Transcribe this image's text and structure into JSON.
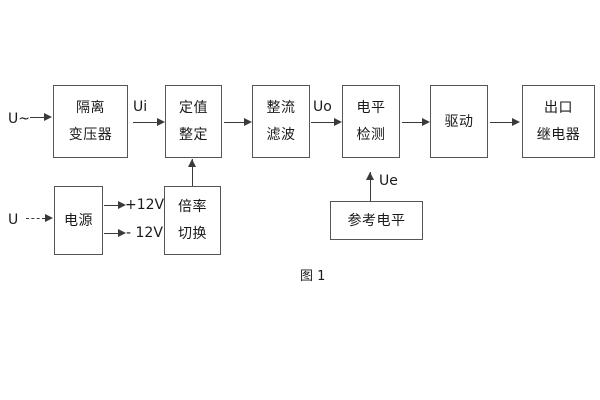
{
  "figure": {
    "caption": "图 1",
    "background_color": "#ffffff",
    "box_border_color": "#555555",
    "line_color": "#3a3a3a",
    "text_color": "#1a1a1a"
  },
  "blocks": [
    {
      "id": "isolation-transformer",
      "lines": [
        "隔离",
        "变压器"
      ]
    },
    {
      "id": "setting-value",
      "lines": [
        "定值",
        "整定"
      ]
    },
    {
      "id": "rectify-filter",
      "lines": [
        "整流",
        "滤波"
      ]
    },
    {
      "id": "level-detect",
      "lines": [
        "电平",
        "检测"
      ]
    },
    {
      "id": "drive",
      "lines": [
        "驱动"
      ]
    },
    {
      "id": "output-relay",
      "lines": [
        "出口",
        "继电器"
      ]
    },
    {
      "id": "power-supply",
      "lines": [
        "电源"
      ]
    },
    {
      "id": "multiplier-switch",
      "lines": [
        "倍率",
        "切换"
      ]
    },
    {
      "id": "reference-level",
      "lines": [
        "参考电平"
      ]
    }
  ],
  "labels": {
    "input_ac": "U~",
    "input_dc": "U",
    "signal_ui": "Ui",
    "signal_uo": "Uo",
    "signal_ue": "Ue",
    "rail_positive": "+12V",
    "rail_negative": "- 12V"
  }
}
